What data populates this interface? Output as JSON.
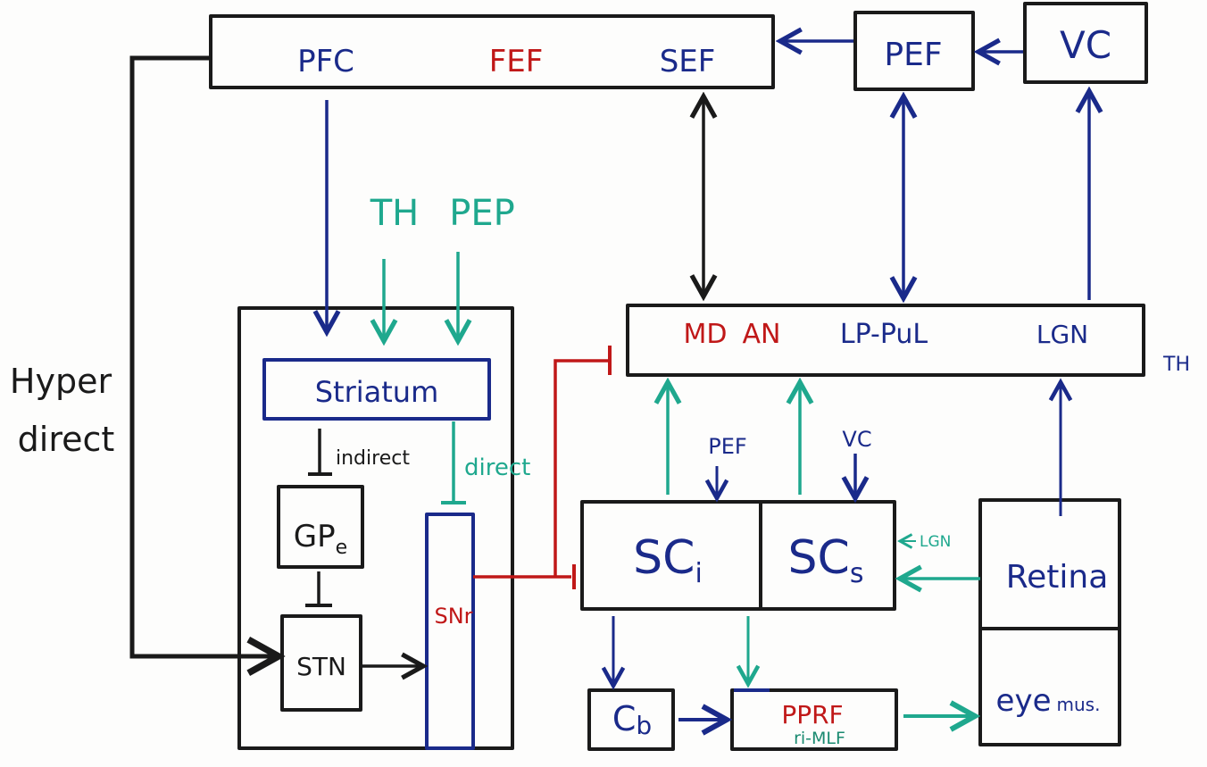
{
  "colors": {
    "black": "#1a1a1a",
    "navy": "#1a2a8a",
    "red": "#c01818",
    "teal": "#1fa88e",
    "background": "#fdfdfc"
  },
  "nodes": {
    "cortex": {
      "pfc": "PFC",
      "fef": "FEF",
      "sef": "SEF"
    },
    "pef": "PEF",
    "vc": "VC",
    "thalamus": {
      "md_an_md": "MD",
      "md_an_an": "AN",
      "lp_pul": "LP-PuL",
      "lgn": "LGN",
      "side_label": "TH"
    },
    "th_input": "TH",
    "pep_input": "PEP",
    "striatum": "Striatum",
    "gpe": "GP",
    "gpe_sub": "e",
    "stn": "STN",
    "snr": "SNr",
    "sc_i": "SC",
    "sc_i_sub": "i",
    "sc_s": "SC",
    "sc_s_sub": "s",
    "retina": "Retina",
    "eye_mus_main": "eye",
    "eye_mus_small": "mus.",
    "cb": "C",
    "cb_sub": "b",
    "pprf": "PPRF",
    "rimlf": "ri-MLF"
  },
  "edge_labels": {
    "hyper": "Hyper",
    "direct_hyper": "direct",
    "indirect": "indirect",
    "direct": "direct",
    "pef_to_sci": "PEF",
    "vc_to_scs": "VC",
    "lgn_to_scs": "LGN"
  }
}
